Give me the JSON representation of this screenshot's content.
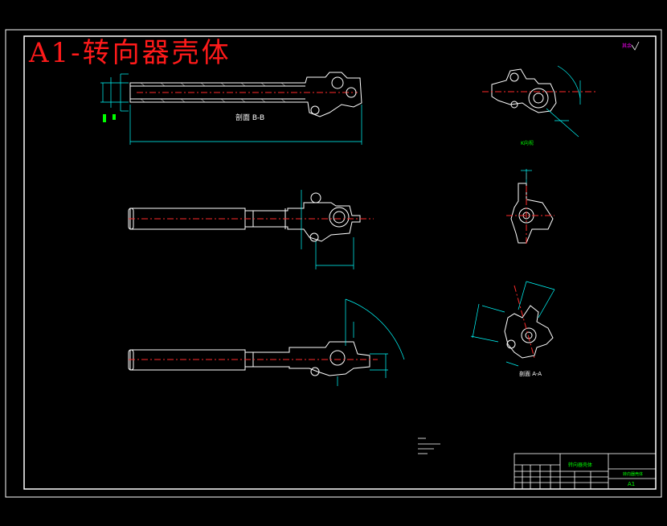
{
  "drawing": {
    "title": "A1-转向器壳体",
    "colors": {
      "background": "#000000",
      "outline": "#ffffff",
      "dimension": "#00ffff",
      "center_line": "#ff2a2a",
      "title_text": "#ff1a1a",
      "annotation": "#00ff00",
      "highlight": "#ff00ff"
    },
    "views": {
      "section_view_label": "剖面 B-B",
      "detail_view_label": "K向视",
      "rotated_section_label": "剖面 A-A"
    },
    "title_block": {
      "part_name": "转向器壳体",
      "drawing_no": "转向器壳体",
      "sheet_size": "A1"
    },
    "corner_mark": "其余"
  }
}
